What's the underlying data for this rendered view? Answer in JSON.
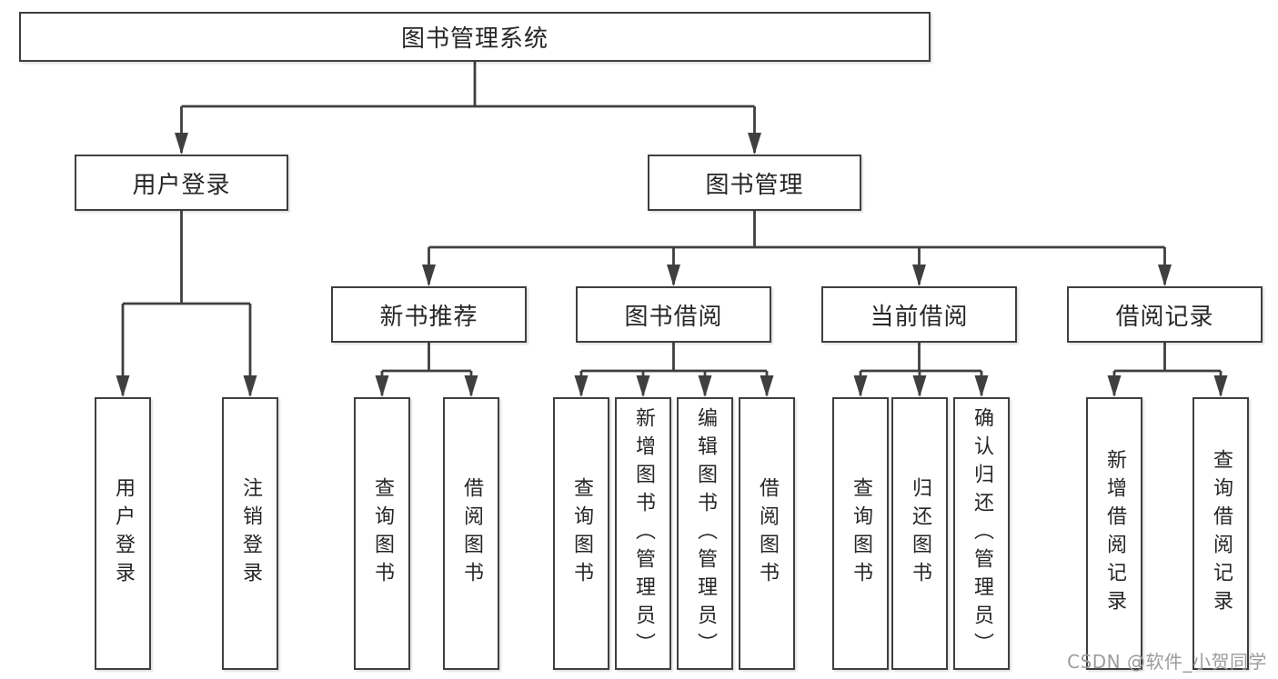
{
  "diagram": {
    "root": {
      "label": "图书管理系统"
    },
    "user_login": {
      "label": "用户登录",
      "children": {
        "login": "用户登录",
        "logout": "注销登录"
      }
    },
    "book_management": {
      "label": "图书管理",
      "sections": {
        "recommend": {
          "label": "新书推荐",
          "children": {
            "query": "查询图书",
            "borrow": "借阅图书"
          }
        },
        "borrow": {
          "label": "图书借阅",
          "children": {
            "query": "查询图书",
            "add": "新增图书（管理员）",
            "edit": "编辑图书（管理员）",
            "borrow": "借阅图书"
          }
        },
        "current": {
          "label": "当前借阅",
          "children": {
            "query": "查询图书",
            "return": "归还图书",
            "confirm": "确认归还（管理员）"
          }
        },
        "records": {
          "label": "借阅记录",
          "children": {
            "add": "新增借阅记录",
            "query": "查询借阅记录"
          }
        }
      }
    }
  },
  "watermark": {
    "text": "CSDN @软件_小贺同学"
  },
  "colors": {
    "line": "#3f3f3f",
    "box_border": "#3f3f3f",
    "text": "#262626",
    "watermark_text": "#9c9c9c",
    "background": "#ffffff"
  }
}
